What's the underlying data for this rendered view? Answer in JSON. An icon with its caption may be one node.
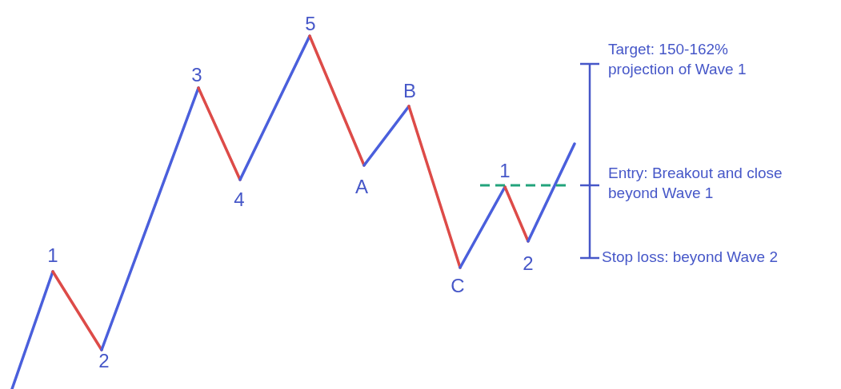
{
  "diagram": {
    "labels": [
      "1",
      "2",
      "3",
      "4",
      "5",
      "A",
      "B",
      "C",
      "1",
      "2",
      "Target: 150-162% projection of Wave 1",
      "Entry: Breakout and close beyond Wave 1",
      "Stop loss: beyond Wave 2"
    ]
  }
}
